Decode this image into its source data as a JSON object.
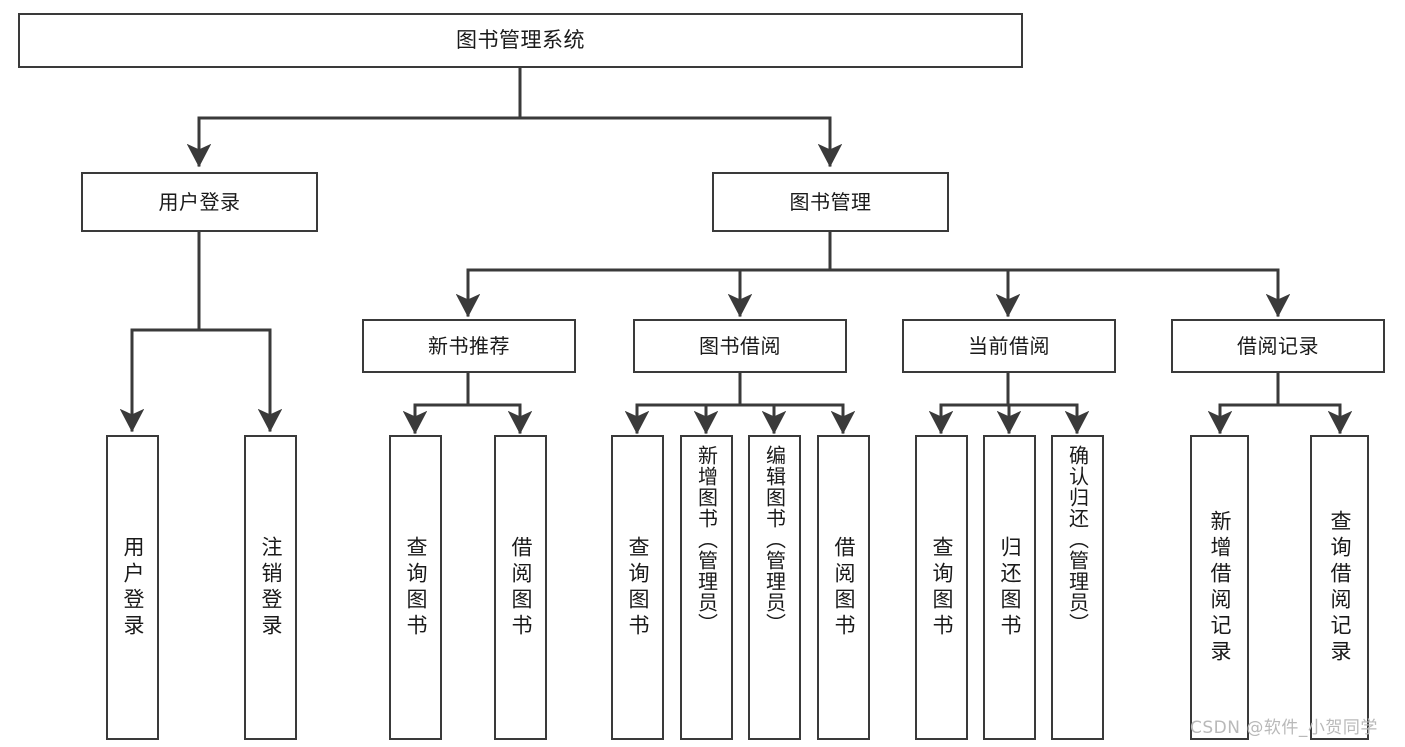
{
  "diagram": {
    "type": "tree-hierarchy-functional-decomposition",
    "title": "图书管理系统",
    "colors": {
      "node_stroke": "#3a3a3a",
      "node_fill": "#ffffff",
      "edge_stroke": "#3a3a3a",
      "text": "#1a1a1a",
      "background": "#ffffff",
      "watermark": "#b9b9b9"
    },
    "levels": {
      "root": {
        "label": "图书管理系统"
      },
      "level2": [
        {
          "label": "用户登录"
        },
        {
          "label": "图书管理"
        }
      ],
      "level3": [
        {
          "label": "新书推荐"
        },
        {
          "label": "图书借阅"
        },
        {
          "label": "当前借阅"
        },
        {
          "label": "借阅记录"
        }
      ],
      "leaves": [
        {
          "label": "用户登录",
          "parent": "用户登录"
        },
        {
          "label": "注销登录",
          "parent": "用户登录"
        },
        {
          "label": "查询图书",
          "parent": "新书推荐"
        },
        {
          "label": "借阅图书",
          "parent": "新书推荐"
        },
        {
          "label": "查询图书",
          "parent": "图书借阅"
        },
        {
          "label": "新增图书（管理员）",
          "parent": "图书借阅"
        },
        {
          "label": "编辑图书（管理员）",
          "parent": "图书借阅"
        },
        {
          "label": "借阅图书",
          "parent": "图书借阅"
        },
        {
          "label": "查询图书",
          "parent": "当前借阅"
        },
        {
          "label": "归还图书",
          "parent": "当前借阅"
        },
        {
          "label": "确认归还（管理员）",
          "parent": "当前借阅"
        },
        {
          "label": "新增借阅记录",
          "parent": "借阅记录"
        },
        {
          "label": "查询借阅记录",
          "parent": "借阅记录"
        }
      ]
    }
  },
  "watermark": {
    "text": "CSDN @软件_小贺同学"
  }
}
